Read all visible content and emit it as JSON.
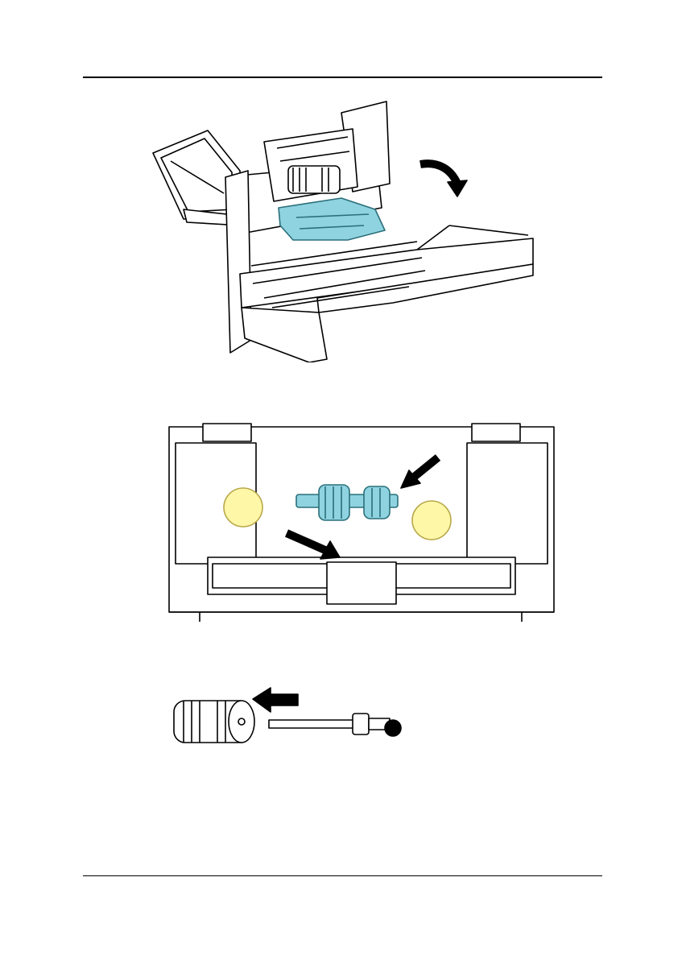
{
  "page": {
    "figures": [
      {
        "id": "fig-open-adf-cover",
        "arrow": "rotate-down-arrow",
        "highlight_color": "#8fd3e0"
      },
      {
        "id": "fig-release-roller-assembly",
        "arrow_count": 2,
        "highlight_color": "#8fd3e0",
        "marker_color": "#fff7a8"
      },
      {
        "id": "fig-remove-roller-from-shaft",
        "arrow": "left-arrow"
      }
    ],
    "colors": {
      "line": "#000000",
      "highlight": "#8fd3e0",
      "marker": "#fff7a8",
      "background": "#ffffff"
    }
  }
}
